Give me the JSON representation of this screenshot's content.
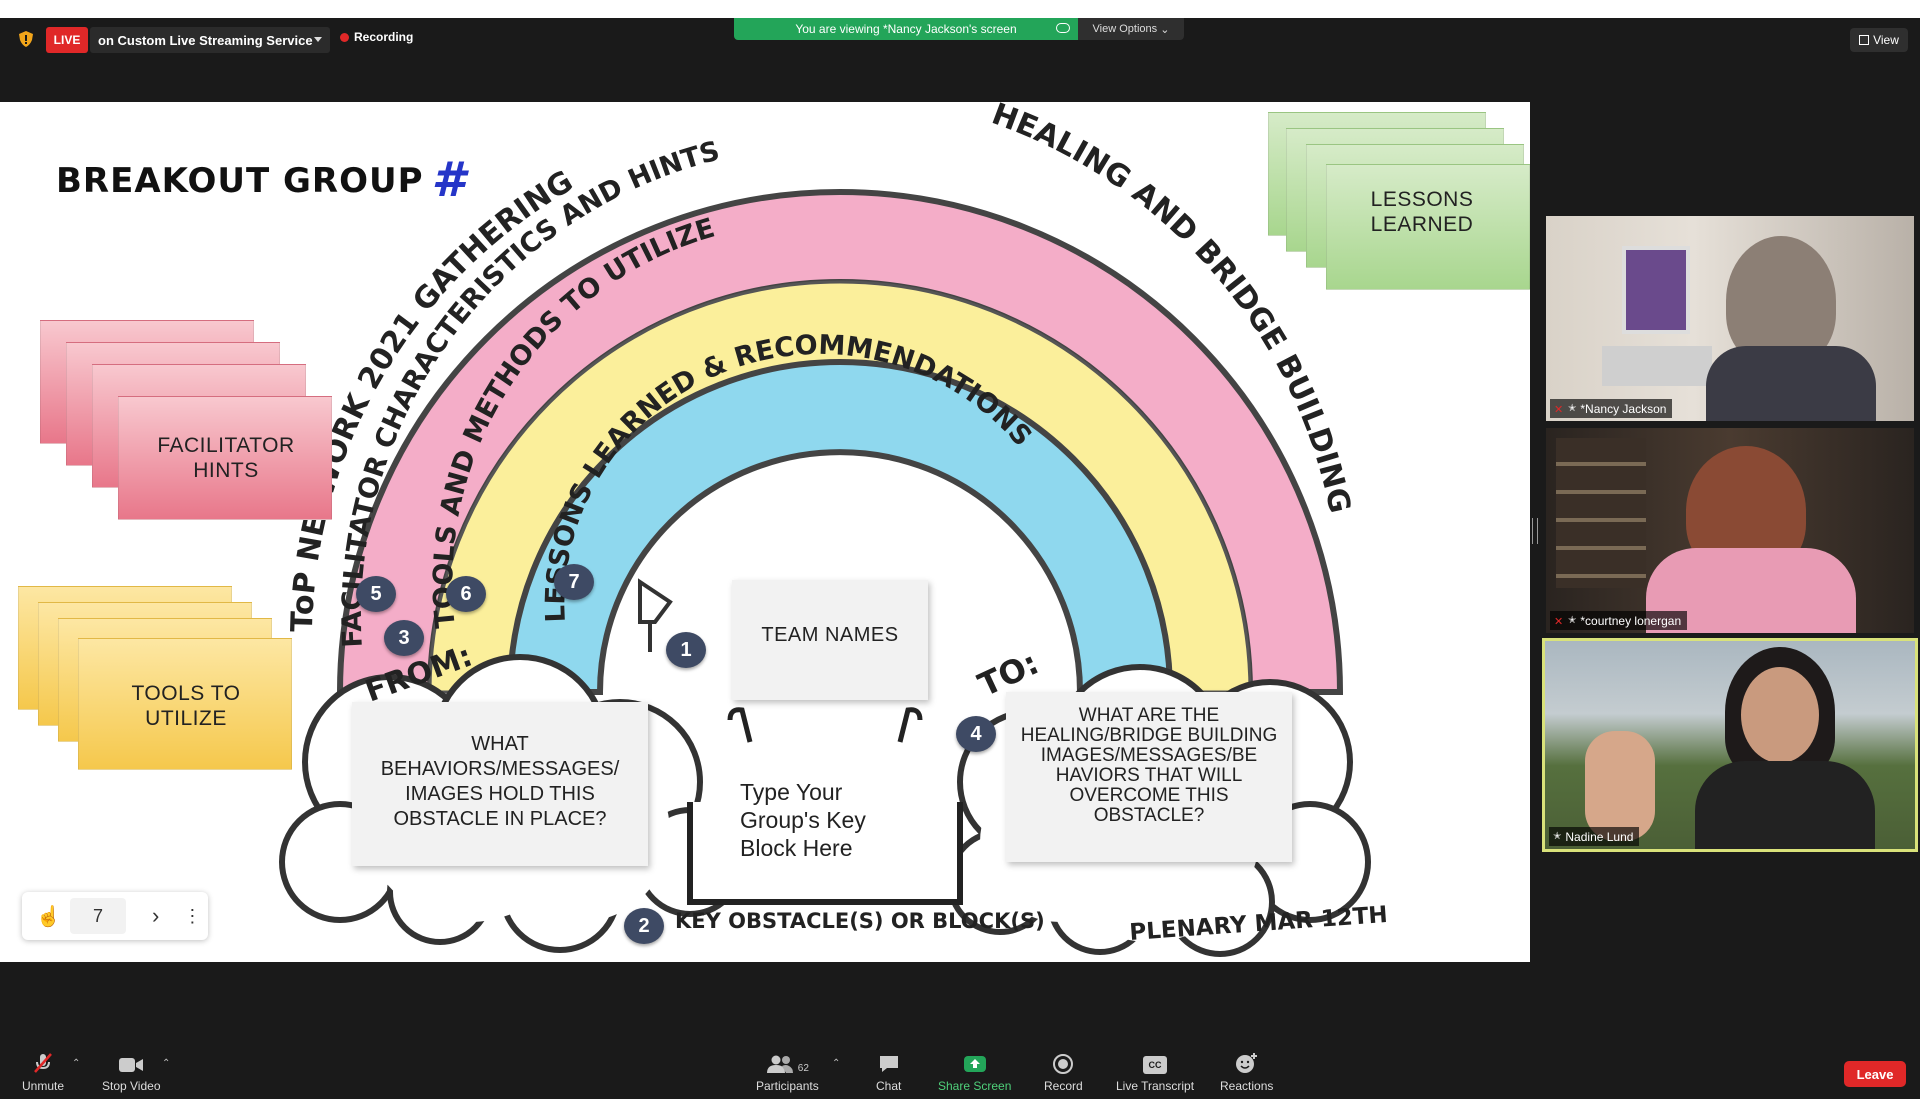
{
  "topbar": {
    "live_label": "LIVE",
    "stream_label": "on Custom Live Streaming Service",
    "recording_label": "Recording",
    "viewing_banner": "You are viewing *Nancy Jackson's screen",
    "view_options_label": "View Options",
    "view_label": "View"
  },
  "slide": {
    "title": "BREAKOUT GROUP",
    "title_hash": "#",
    "cards": {
      "facilitator_hints": "FACILITATOR HINTS",
      "tools_to_utilize": "TOOLS TO UTILIZE",
      "lessons_learned": "LESSONS LEARNED"
    },
    "arcs": {
      "outer": "ToP NETWORK 2021 GATHERING",
      "pink": "FACILITATOR CHARACTERISTICS AND HINTS",
      "yellow": "TOOLS AND METHODS TO UTILIZE",
      "blue": "LESSONS LEARNED & RECOMMENDATIONS",
      "right": "HEALING AND BRIDGE BUILDING"
    },
    "badges": [
      "1",
      "2",
      "3",
      "4",
      "5",
      "6",
      "7"
    ],
    "from_label": "FROM:",
    "to_label": "TO:",
    "team_names": "TEAM NAMES",
    "from_box": "WHAT BEHAVIORS/MESSAGES/ IMAGES HOLD THIS OBSTACLE IN PLACE?",
    "to_box": "WHAT ARE THE HEALING/BRIDGE BUILDING IMAGES/MESSAGES/BE HAVIORS THAT WILL OVERCOME THIS OBSTACLE?",
    "block_text": "Type Your Group's Key Block Here",
    "key_obstacle": "KEY OBSTACLE(S) OR BLOCK(S)",
    "plenary": "PLENARY MAR 12TH",
    "page_number": "7"
  },
  "participants_panel": [
    {
      "name": "*Nancy Jackson",
      "muted": true
    },
    {
      "name": "*courtney lonergan",
      "muted": true
    },
    {
      "name": "Nadine Lund",
      "muted": false,
      "active_speaker": true
    }
  ],
  "toolbar": {
    "unmute": "Unmute",
    "stop_video": "Stop Video",
    "participants": "Participants",
    "participants_count": "62",
    "chat": "Chat",
    "share_screen": "Share Screen",
    "record": "Record",
    "live_transcript": "Live Transcript",
    "reactions": "Reactions",
    "leave": "Leave",
    "cc_glyph": "CC"
  },
  "colors": {
    "live_red": "#e02828",
    "banner_green": "#23a559",
    "active_speaker_border": "#d9e27a",
    "rainbow_pink": "#f4adc8",
    "rainbow_yellow": "#fbef9b",
    "rainbow_blue": "#8fd8ee"
  }
}
